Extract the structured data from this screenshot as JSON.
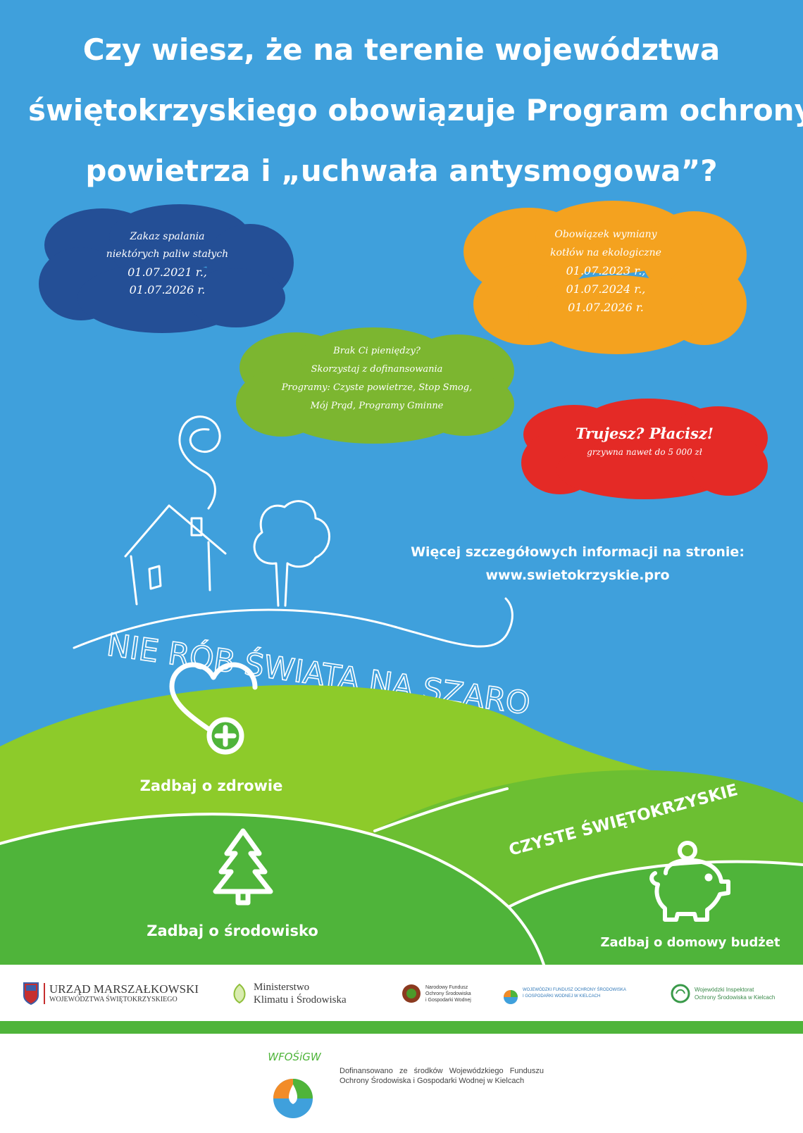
{
  "headline": {
    "line1": "Czy wiesz, że na terenie województwa",
    "line2": "świętokrzyskiego obowiązuje Program ochrony",
    "line3": "powietrza i „uchwała antysmogowa”?"
  },
  "clouds": {
    "navy": {
      "line1": "Zakaz spalania",
      "line2": "niektórych paliw stałych",
      "line3": "01.07.2021 r.,",
      "line4": "01.07.2026 r.",
      "color": "#244f96"
    },
    "orange": {
      "line1": "Obowiązek wymiany",
      "line2": "kotłów na ekologiczne",
      "line3": "01.07.2023 r.,",
      "line4": "01.07.2024 r.,",
      "line5": "01.07.2026 r.",
      "color": "#f4a21f"
    },
    "green": {
      "line1": "Brak Ci pieniędzy?",
      "line2": "Skorzystaj z dofinansowania",
      "line3": "Programy: Czyste powietrze, Stop Smog,",
      "line4": "Mój Prąd, Programy Gminne",
      "color": "#7cb630"
    },
    "red": {
      "title": "Trujesz? Płacisz!",
      "subtitle": "grzywna nawet do 5 000 zł",
      "color": "#e42a26"
    }
  },
  "info": {
    "line1": "Więcej szczegółowych informacji na stronie:",
    "url": "www.swietokrzyskie.pro"
  },
  "slogan": "NIE RÓB ŚWIATA NA SZARO",
  "hills": {
    "health": {
      "label": "Zadbaj o zdrowie",
      "icon": "heart-plus-icon"
    },
    "environment": {
      "label": "Zadbaj o środowisko",
      "icon": "tree-icon"
    },
    "budget": {
      "label": "Zadbaj o domowy budżet",
      "icon": "piggy-bank-icon"
    },
    "banner": "CZYSTE ŚWIĘTOKRZYSKIE"
  },
  "colors": {
    "sky": "#3fa0dc",
    "hill_light": "#8dcb2a",
    "hill_dark": "#4fb43a"
  },
  "logos": {
    "marshal": {
      "line1": "URZĄD MARSZAŁKOWSKI",
      "line2": "WOJEWÓDZTWA ŚWIĘTOKRZYSKIEGO"
    },
    "ministry": {
      "line1": "Ministerstwo",
      "line2": "Klimatu i Środowiska"
    },
    "nfos": {
      "line1": "Narodowy Fundusz",
      "line2": "Ochrony Środowiska",
      "line3": "i Gospodarki Wodnej"
    },
    "wfos": {
      "line1": "WOJEWÓDZKI FUNDUSZ OCHRONY ŚRODOWISKA",
      "line2": "I GOSPODARKI WODNEJ W KIELCACH"
    },
    "wios": {
      "line1": "Wojewódzki Inspektorat",
      "line2": "Ochrony Środowiska w Kielcach"
    }
  },
  "footer": {
    "logo_text": "WFOŚiGW",
    "text": "Dofinansowano ze środków Wojewódzkiego Funduszu Ochrony Środowiska i Gospodarki Wodnej w Kielcach"
  }
}
